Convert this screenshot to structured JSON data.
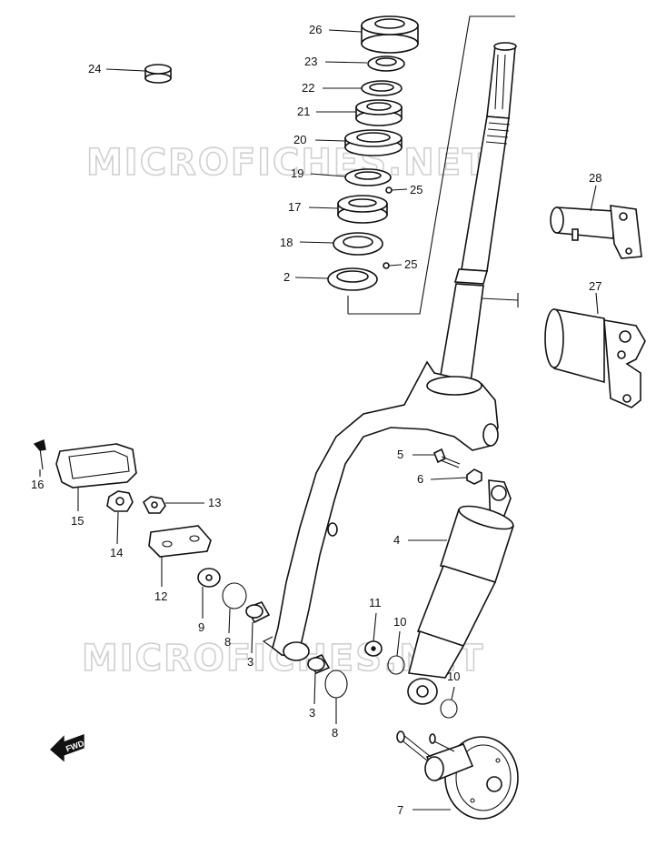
{
  "watermark": {
    "text": "MICROFICHES.NET"
  },
  "direction_arrow": {
    "text": "FWD"
  },
  "callouts": [
    {
      "key": "c26",
      "text": "26"
    },
    {
      "key": "c23",
      "text": "23"
    },
    {
      "key": "c22",
      "text": "22"
    },
    {
      "key": "c21",
      "text": "21"
    },
    {
      "key": "c20",
      "text": "20"
    },
    {
      "key": "c19",
      "text": "19"
    },
    {
      "key": "c25a",
      "text": "25"
    },
    {
      "key": "c17",
      "text": "17"
    },
    {
      "key": "c18",
      "text": "18"
    },
    {
      "key": "c2",
      "text": "2"
    },
    {
      "key": "c25b",
      "text": "25"
    },
    {
      "key": "c24",
      "text": "24"
    },
    {
      "key": "c28",
      "text": "28"
    },
    {
      "key": "c27",
      "text": "27"
    },
    {
      "key": "c16",
      "text": "16"
    },
    {
      "key": "c15",
      "text": "15"
    },
    {
      "key": "c14",
      "text": "14"
    },
    {
      "key": "c13",
      "text": "13"
    },
    {
      "key": "c12",
      "text": "12"
    },
    {
      "key": "c5",
      "text": "5"
    },
    {
      "key": "c6",
      "text": "6"
    },
    {
      "key": "c4",
      "text": "4"
    },
    {
      "key": "c9",
      "text": "9"
    },
    {
      "key": "c8a",
      "text": "8"
    },
    {
      "key": "c3a",
      "text": "3"
    },
    {
      "key": "c11",
      "text": "11"
    },
    {
      "key": "c10a",
      "text": "10"
    },
    {
      "key": "c10b",
      "text": "10"
    },
    {
      "key": "c3b",
      "text": "3"
    },
    {
      "key": "c8b",
      "text": "8"
    },
    {
      "key": "c7",
      "text": "7"
    }
  ]
}
